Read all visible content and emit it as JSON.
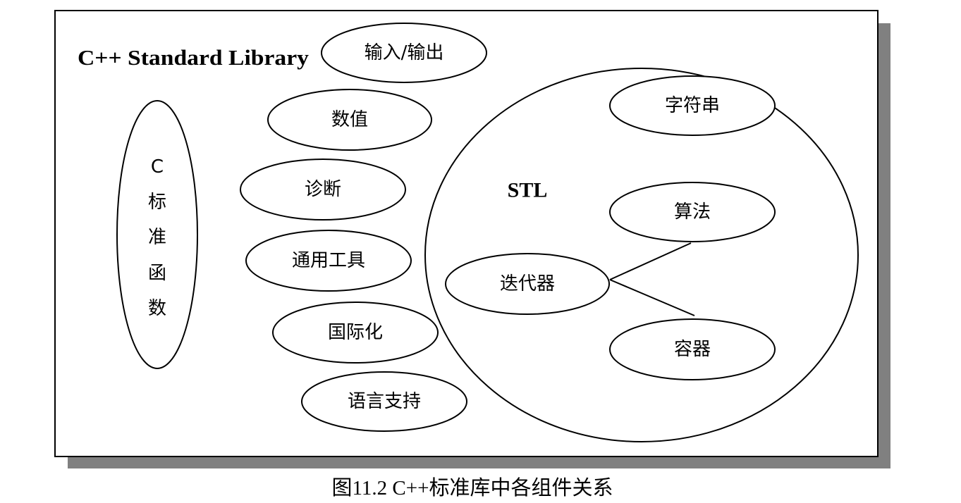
{
  "title": "C++ Standard Library",
  "components": {
    "io": "输入/输出",
    "numeric": "数值",
    "diagnostics": "诊断",
    "utilities": "通用工具",
    "localization": "国际化",
    "language_support": "语言支持"
  },
  "c_library": {
    "chars": [
      "C",
      "标",
      "准",
      "函",
      "数"
    ]
  },
  "stl": {
    "label": "STL",
    "strings": "字符串",
    "algorithms": "算法",
    "iterators": "迭代器",
    "containers": "容器"
  },
  "caption": "图11.2 C++标准库中各组件关系",
  "colors": {
    "stroke": "#000000",
    "shadow": "#808080",
    "background": "#ffffff"
  }
}
